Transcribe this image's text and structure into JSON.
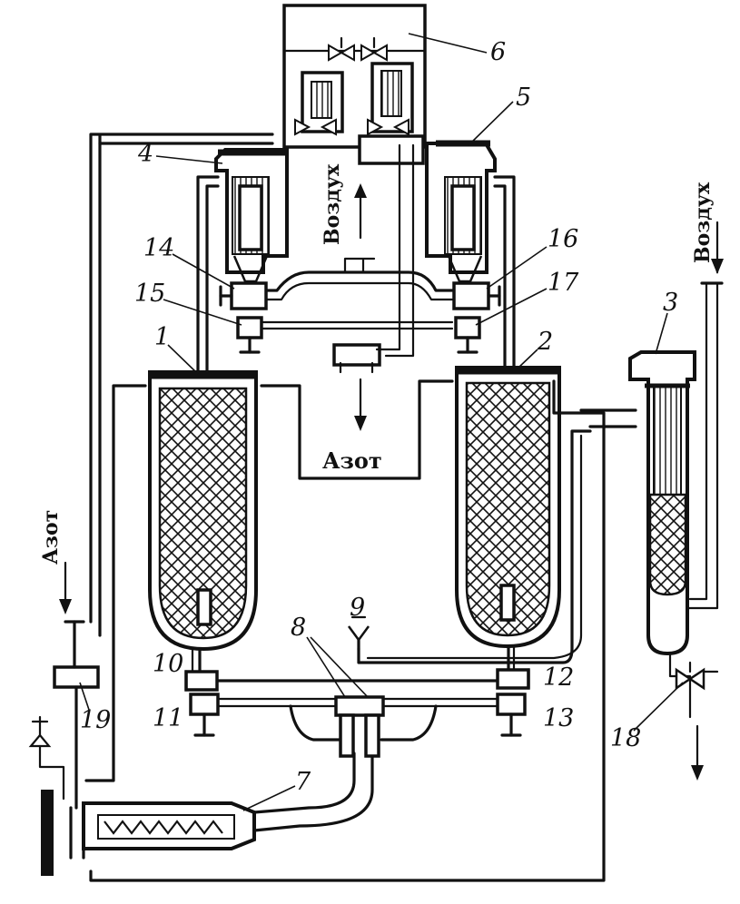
{
  "labels": {
    "air_top": "Воздух",
    "air_right": "Воздух",
    "nitrogen_bottom": "Азот",
    "nitrogen_left": "Азот"
  },
  "callouts": {
    "n1": "1",
    "n2": "2",
    "n3": "3",
    "n4": "4",
    "n5": "5",
    "n6": "6",
    "n7": "7",
    "n8": "8",
    "n9": "9",
    "n10": "10",
    "n11": "11",
    "n12": "12",
    "n13": "13",
    "n14": "14",
    "n15": "15",
    "n16": "16",
    "n17": "17",
    "n18": "18",
    "n19": "19"
  }
}
